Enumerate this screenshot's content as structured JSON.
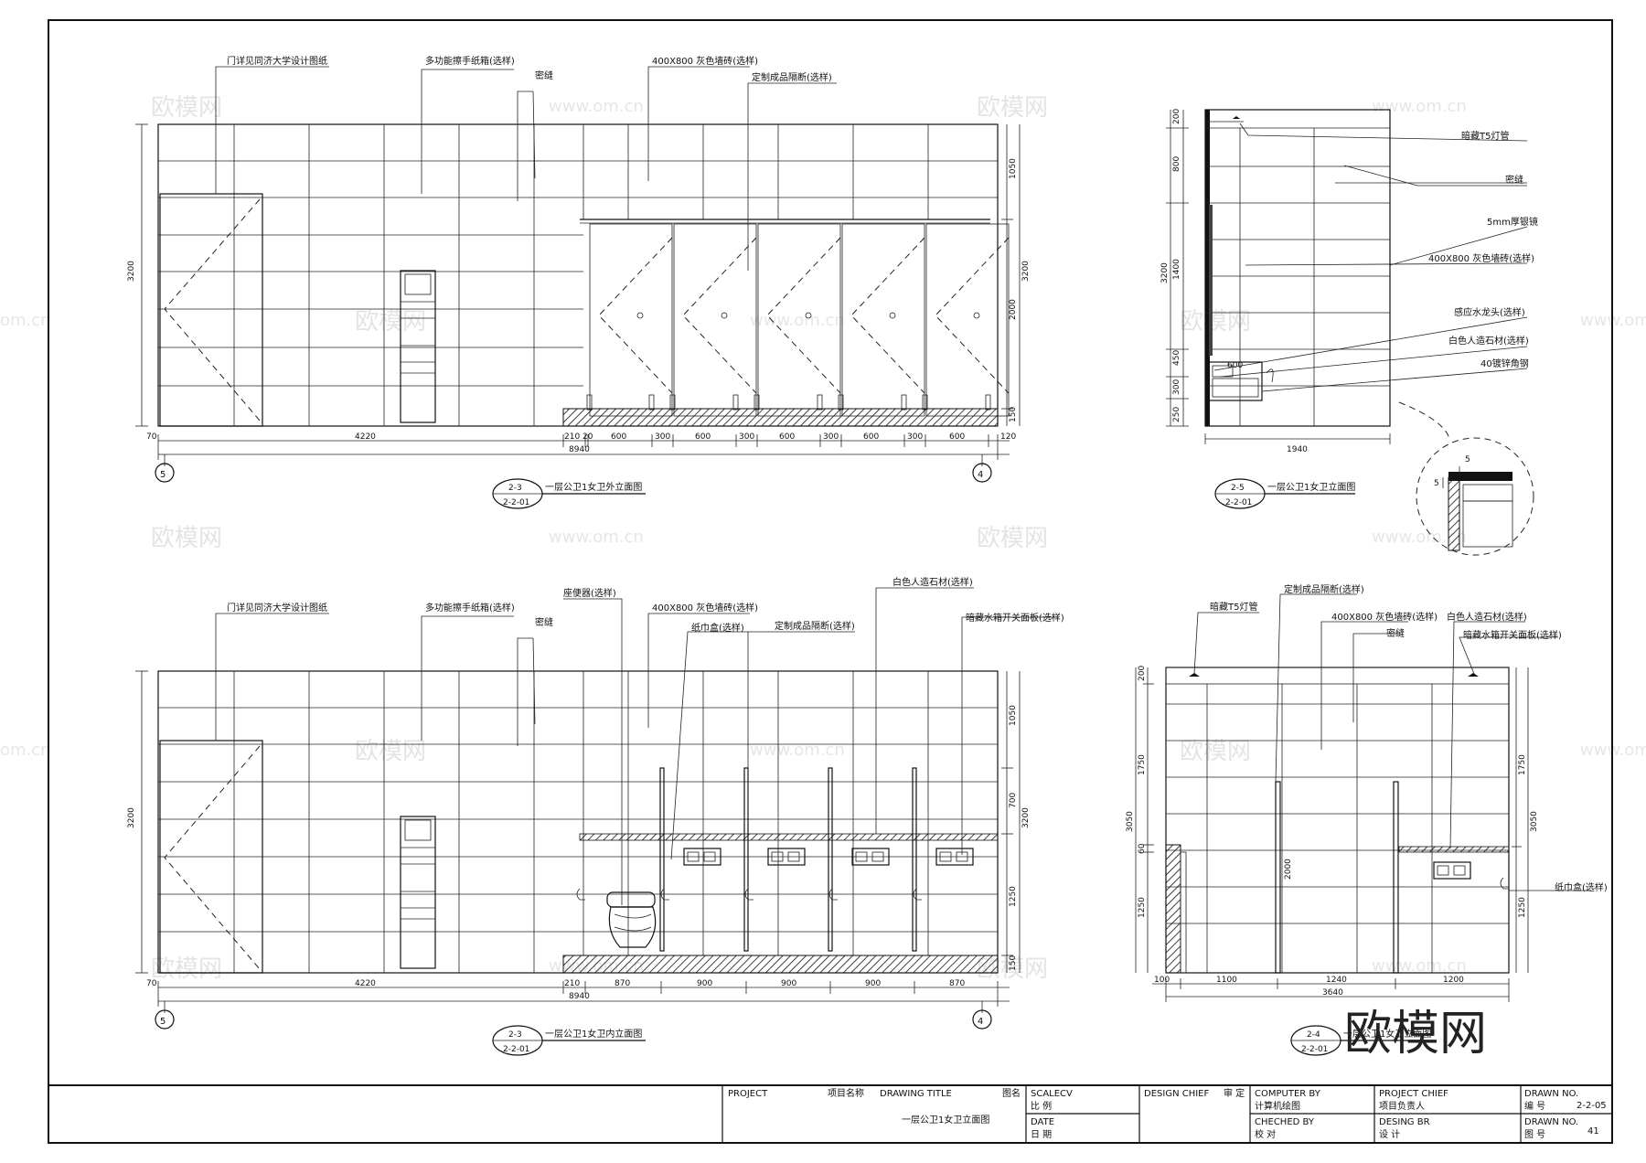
{
  "views": {
    "v1": {
      "num": "2-3",
      "sub": "2-2-01",
      "title": "一层公卫1女卫外立面图"
    },
    "v2": {
      "num": "2-5",
      "sub": "2-2-01",
      "title": "一层公卫1女卫立面图"
    },
    "v3": {
      "num": "2-3",
      "sub": "2-2-01",
      "title": "一层公卫1女卫内立面图"
    },
    "v4": {
      "num": "2-4",
      "sub": "2-2-01",
      "title": "一层公卫1女卫立面图"
    }
  },
  "axis": {
    "left": "5",
    "right": "4"
  },
  "callouts": {
    "door_note": "门详见同济大学设计图纸",
    "towel_box": "多功能擦手纸箱(选样)",
    "seal_joint": "密缝",
    "tile": "400X800 灰色墙砖(选样)",
    "partition": "定制成品隔断(选样)",
    "t5_light": "暗藏T5灯管",
    "mirror": "5mm厚银镜",
    "faucet": "感应水龙头(选样)",
    "white_stone": "白色人造石材(选样)",
    "angle_steel": "40镀锌角钢",
    "toilet": "座便器(选样)",
    "tissue": "纸巾盒(选样)",
    "panel": "暗藏水箱开关面板(选样)"
  },
  "dims": {
    "v1_bottom": [
      "70",
      "4220",
      "210",
      "20",
      "600",
      "300",
      "600",
      "300",
      "600",
      "300",
      "600",
      "300",
      "600",
      "120"
    ],
    "v1_total": "8940",
    "v1_left": "3200",
    "v1_right": [
      "1050",
      "2000",
      "150"
    ],
    "v1_right_total": "3200",
    "v2_left": [
      "200",
      "800",
      "1400",
      "450",
      "300",
      "250"
    ],
    "v2_left_total": "3200",
    "v2_bottom": "1940",
    "v2_sink": "600",
    "v2_detail": "5",
    "v3_bottom": [
      "70",
      "4220",
      "210",
      "870",
      "900",
      "900",
      "900",
      "870"
    ],
    "v3_total": "8940",
    "v3_left": "3200",
    "v3_right": [
      "1050",
      "700",
      "1250",
      "150"
    ],
    "v3_right_total": "3200",
    "v4_bottom": [
      "100",
      "1100",
      "1240",
      "1200"
    ],
    "v4_total": "3640",
    "v4_left": [
      "200",
      "1750",
      "60",
      "1250"
    ],
    "v4_left_total": "3050",
    "v4_right": [
      "1750",
      "1250"
    ],
    "v4_right_total": "3050",
    "v4_mid": "2000"
  },
  "watermarks": [
    "欧模网",
    "www.om.cn",
    "om.cn"
  ],
  "brand": "欧模网",
  "title_block": {
    "project_en": "PROJECT",
    "project_cn": "项目名称",
    "drawing_en": "DRAWING TITLE",
    "drawing_cn": "图名",
    "drawing_value": "一层公卫1女卫立面图",
    "scale_en": "SCALECV",
    "scale_cn": "比 例",
    "date_en": "DATE",
    "date_cn": "日 期",
    "design_chief_en": "DESIGN CHIEF",
    "design_chief_cn": "审 定",
    "computer_en": "COMPUTER BY",
    "computer_cn": "计算机绘图",
    "checked_en": "CHECHED BY",
    "checked_cn": "校 对",
    "project_chief_en": "PROJECT CHIEF",
    "project_chief_cn": "项目负责人",
    "design_br_en": "DESING BR",
    "design_br_cn": "设 计",
    "drawn_no_en": "DRAWN NO.",
    "drawn_no_cn": "编 号",
    "drawn_no_value": "2-2-05",
    "sheet_en": "DRAWN NO.",
    "sheet_cn": "图 号",
    "sheet_value": "41"
  }
}
